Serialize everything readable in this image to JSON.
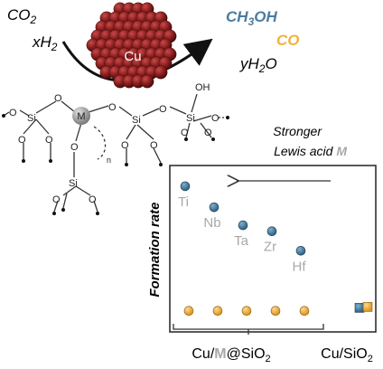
{
  "reactants": {
    "co2": {
      "main": "CO",
      "sub": "2"
    },
    "h2": {
      "coef": "x",
      "main": "H",
      "sub": "2"
    }
  },
  "catalyst": {
    "cu_label": "Cu"
  },
  "products": {
    "methanol": {
      "pre": "CH",
      "sub": "3",
      "post": "OH"
    },
    "co": "CO",
    "water": {
      "coef": "y",
      "main": "H",
      "sub": "2",
      "post": "O"
    }
  },
  "structure": {
    "metal_label": "M",
    "si_label": "Si",
    "o_label": "O",
    "oh_label": "OH",
    "n_label": "n"
  },
  "annotation": {
    "line1": "Stronger",
    "line2_text": "Lewis acid ",
    "line2_metal": "M"
  },
  "plot": {
    "ylabel": "Formation rate",
    "metals": [
      "Ti",
      "Nb",
      "Ta",
      "Zr",
      "Hf"
    ],
    "xlabel_left": {
      "pre": "Cu/",
      "metal": "M",
      "post": "@SiO",
      "sub": "2"
    },
    "xlabel_right": {
      "pre": "Cu/SiO",
      "sub": "2"
    }
  },
  "colors": {
    "methanol": "#4a7ba0",
    "co": "#f0b43c",
    "cu_cluster": "#7b1a1a",
    "metal_sphere": "#9a9a9a",
    "metal_label": "#a8a8a8",
    "methanol_point": "#3f7495",
    "co_point": "#f2b43d"
  },
  "chart_data": {
    "type": "scatter",
    "ylabel": "Formation rate",
    "categories": [
      "Ti",
      "Nb",
      "Ta",
      "Zr",
      "Hf"
    ],
    "series": [
      {
        "name": "CH3OH",
        "values": [
          0.88,
          0.74,
          0.62,
          0.58,
          0.45
        ]
      },
      {
        "name": "CO",
        "values": [
          0.05,
          0.05,
          0.05,
          0.05,
          0.05
        ]
      }
    ],
    "reference": {
      "category": "Cu/SiO2",
      "ch3oh": 0.07,
      "co": 0.07
    },
    "ylim": [
      0,
      1
    ]
  }
}
